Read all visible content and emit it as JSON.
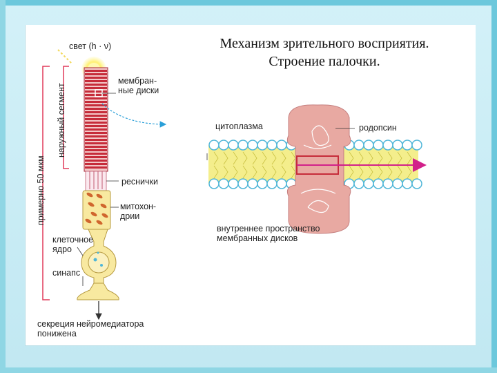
{
  "slide": {
    "title_line1": "Механизм зрительного восприятия.",
    "title_line2": "Строение палочки."
  },
  "rod_labels": {
    "light": "свет (h · ν)",
    "membrane_discs": [
      "мембран-",
      "ные диски"
    ],
    "cilia": "реснички",
    "mitochondria": [
      "митохон-",
      "дрии"
    ],
    "nucleus": [
      "клеточное",
      "ядро"
    ],
    "synapse": "синапс",
    "secretion": [
      "секреция нейромедиатора",
      "понижена"
    ],
    "outer_segment": "наружный сегмент",
    "size": "примерно 50 мкм"
  },
  "membrane_labels": {
    "cytoplasm": "цитоплазма",
    "rhodopsin": "родопсин",
    "inner_space": [
      "внутреннее пространство",
      "мембранных дисков"
    ]
  },
  "colors": {
    "disc_red": "#c62c3a",
    "protein_pink": "#e8a9a2",
    "bead_blue": "#4fb6d8",
    "lipid_yellow": "#f4ee8c",
    "arrow_magenta": "#d2208a",
    "bracket_red": "#e03a5a",
    "arrow_blue": "#2a9fd8"
  }
}
